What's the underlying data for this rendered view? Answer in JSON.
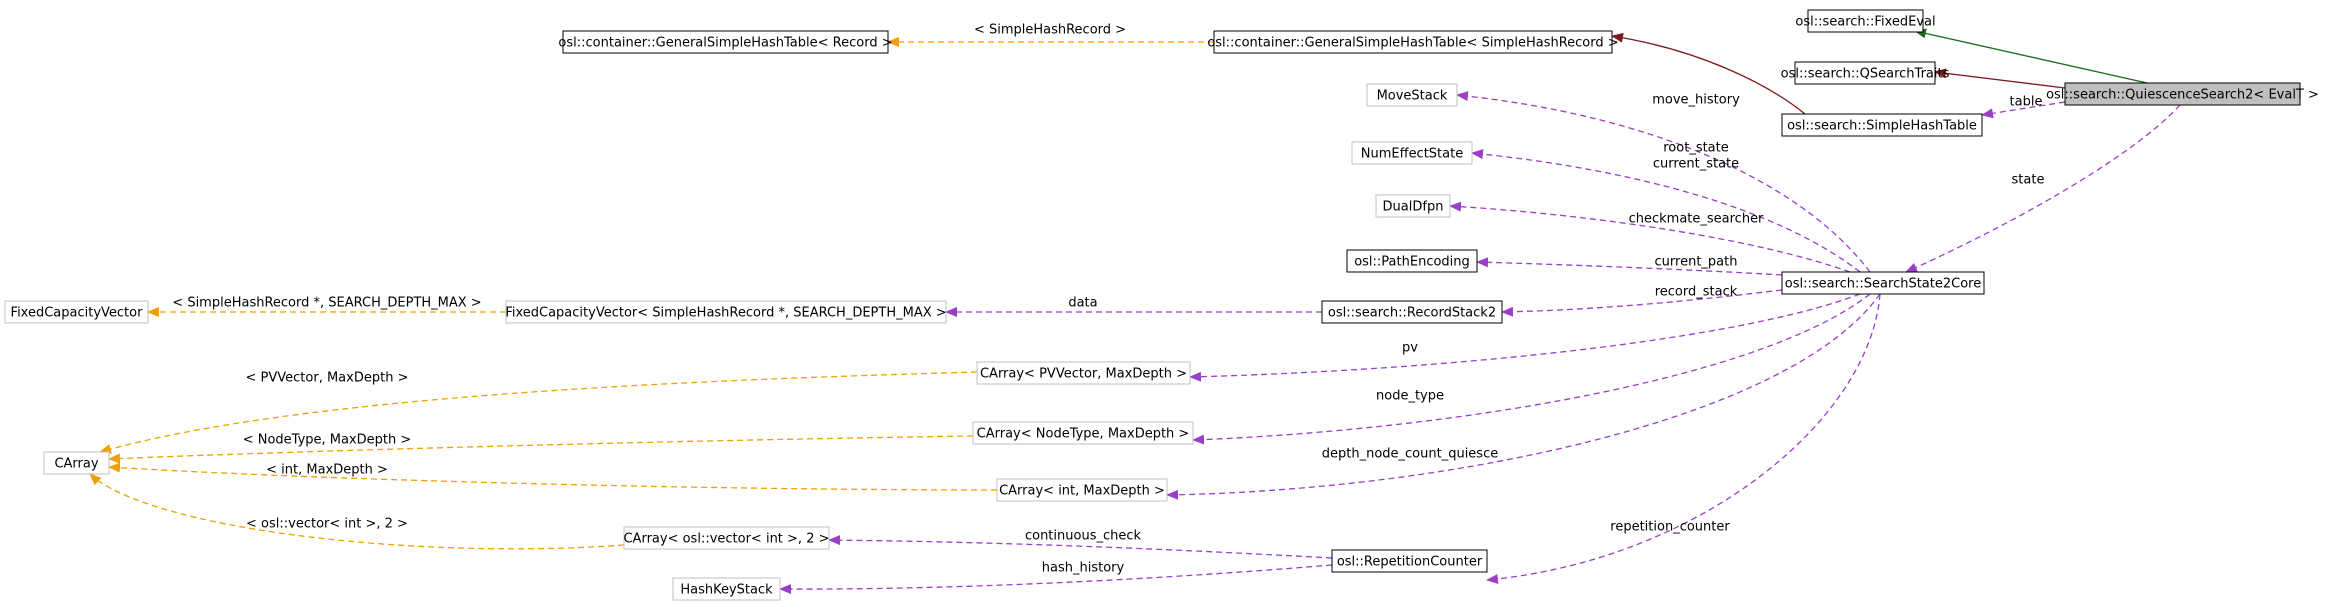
{
  "colors": {
    "inherit_public": "#1a6b1a",
    "inherit_other": "#7f1a1a",
    "usage": "#9a3fc8",
    "template": "#f0a000",
    "node_border_documented": "#000000",
    "node_border_undocumented": "#bfbfbf",
    "highlight_fill": "#bfbfbf"
  },
  "nodes": [
    {
      "id": "qs2",
      "label": "osl::search::QuiescenceSearch2< EvalT >",
      "style": "highlight"
    },
    {
      "id": "fixedeval",
      "label": "osl::search::FixedEval",
      "style": "documented"
    },
    {
      "id": "qtraits",
      "label": "osl::search::QSearchTraits",
      "style": "documented"
    },
    {
      "id": "sht",
      "label": "osl::search::SimpleHashTable",
      "style": "documented"
    },
    {
      "id": "gsht_shr",
      "label": "osl::container::GeneralSimpleHashTable< SimpleHashRecord >",
      "style": "documented"
    },
    {
      "id": "gsht_rec",
      "label": "osl::container::GeneralSimpleHashTable< Record >",
      "style": "documented"
    },
    {
      "id": "ss2core",
      "label": "osl::search::SearchState2Core",
      "style": "documented"
    },
    {
      "id": "movestack",
      "label": "MoveStack",
      "style": "undocumented"
    },
    {
      "id": "numeffect",
      "label": "NumEffectState",
      "style": "undocumented"
    },
    {
      "id": "dualdfpn",
      "label": "DualDfpn",
      "style": "undocumented"
    },
    {
      "id": "pathenc",
      "label": "osl::PathEncoding",
      "style": "documented"
    },
    {
      "id": "recstack2",
      "label": "osl::search::RecordStack2",
      "style": "documented"
    },
    {
      "id": "fcv_shr",
      "label": "FixedCapacityVector< SimpleHashRecord *, SEARCH_DEPTH_MAX >",
      "style": "undocumented"
    },
    {
      "id": "fcv",
      "label": "FixedCapacityVector",
      "style": "undocumented"
    },
    {
      "id": "carr_pv",
      "label": "CArray< PVVector, MaxDepth >",
      "style": "undocumented"
    },
    {
      "id": "carr_nt",
      "label": "CArray< NodeType, MaxDepth >",
      "style": "undocumented"
    },
    {
      "id": "carr_int",
      "label": "CArray< int, MaxDepth >",
      "style": "undocumented"
    },
    {
      "id": "carr_vec",
      "label": "CArray< osl::vector< int >, 2 >",
      "style": "undocumented"
    },
    {
      "id": "carray",
      "label": "CArray",
      "style": "undocumented"
    },
    {
      "id": "repcounter",
      "label": "osl::RepetitionCounter",
      "style": "documented"
    },
    {
      "id": "hashkeystack",
      "label": "HashKeyStack",
      "style": "undocumented"
    }
  ],
  "edges": [
    {
      "from": "fixedeval",
      "to": "qs2",
      "kind": "inherit_public",
      "label": ""
    },
    {
      "from": "qtraits",
      "to": "qs2",
      "kind": "inherit_other",
      "label": ""
    },
    {
      "from": "sht",
      "to": "qs2",
      "kind": "usage",
      "label": "table"
    },
    {
      "from": "gsht_shr",
      "to": "sht",
      "kind": "inherit_other",
      "label": ""
    },
    {
      "from": "gsht_rec",
      "to": "gsht_shr",
      "kind": "template",
      "label": "< SimpleHashRecord >"
    },
    {
      "from": "ss2core",
      "to": "qs2",
      "kind": "usage",
      "label": "state"
    },
    {
      "from": "movestack",
      "to": "ss2core",
      "kind": "usage",
      "label": "move_history"
    },
    {
      "from": "numeffect",
      "to": "ss2core",
      "kind": "usage",
      "label": "root_state\ncurrent_state"
    },
    {
      "from": "dualdfpn",
      "to": "ss2core",
      "kind": "usage",
      "label": "checkmate_searcher"
    },
    {
      "from": "pathenc",
      "to": "ss2core",
      "kind": "usage",
      "label": "current_path"
    },
    {
      "from": "recstack2",
      "to": "ss2core",
      "kind": "usage",
      "label": "record_stack"
    },
    {
      "from": "fcv_shr",
      "to": "recstack2",
      "kind": "usage",
      "label": "data"
    },
    {
      "from": "fcv",
      "to": "fcv_shr",
      "kind": "template",
      "label": "< SimpleHashRecord *, SEARCH_DEPTH_MAX >"
    },
    {
      "from": "carr_pv",
      "to": "ss2core",
      "kind": "usage",
      "label": "pv"
    },
    {
      "from": "carr_nt",
      "to": "ss2core",
      "kind": "usage",
      "label": "node_type"
    },
    {
      "from": "carr_int",
      "to": "ss2core",
      "kind": "usage",
      "label": "depth_node_count_quiesce"
    },
    {
      "from": "repcounter",
      "to": "ss2core",
      "kind": "usage",
      "label": "repetition_counter"
    },
    {
      "from": "carr_vec",
      "to": "repcounter",
      "kind": "usage",
      "label": "continuous_check"
    },
    {
      "from": "hashkeystack",
      "to": "repcounter",
      "kind": "usage",
      "label": "hash_history"
    },
    {
      "from": "carray",
      "to": "carr_pv",
      "kind": "template",
      "label": "< PVVector, MaxDepth >"
    },
    {
      "from": "carray",
      "to": "carr_nt",
      "kind": "template",
      "label": "< NodeType, MaxDepth >"
    },
    {
      "from": "carray",
      "to": "carr_int",
      "kind": "template",
      "label": "< int, MaxDepth >"
    },
    {
      "from": "carray",
      "to": "carr_vec",
      "kind": "template",
      "label": "< osl::vector< int >, 2 >"
    }
  ]
}
